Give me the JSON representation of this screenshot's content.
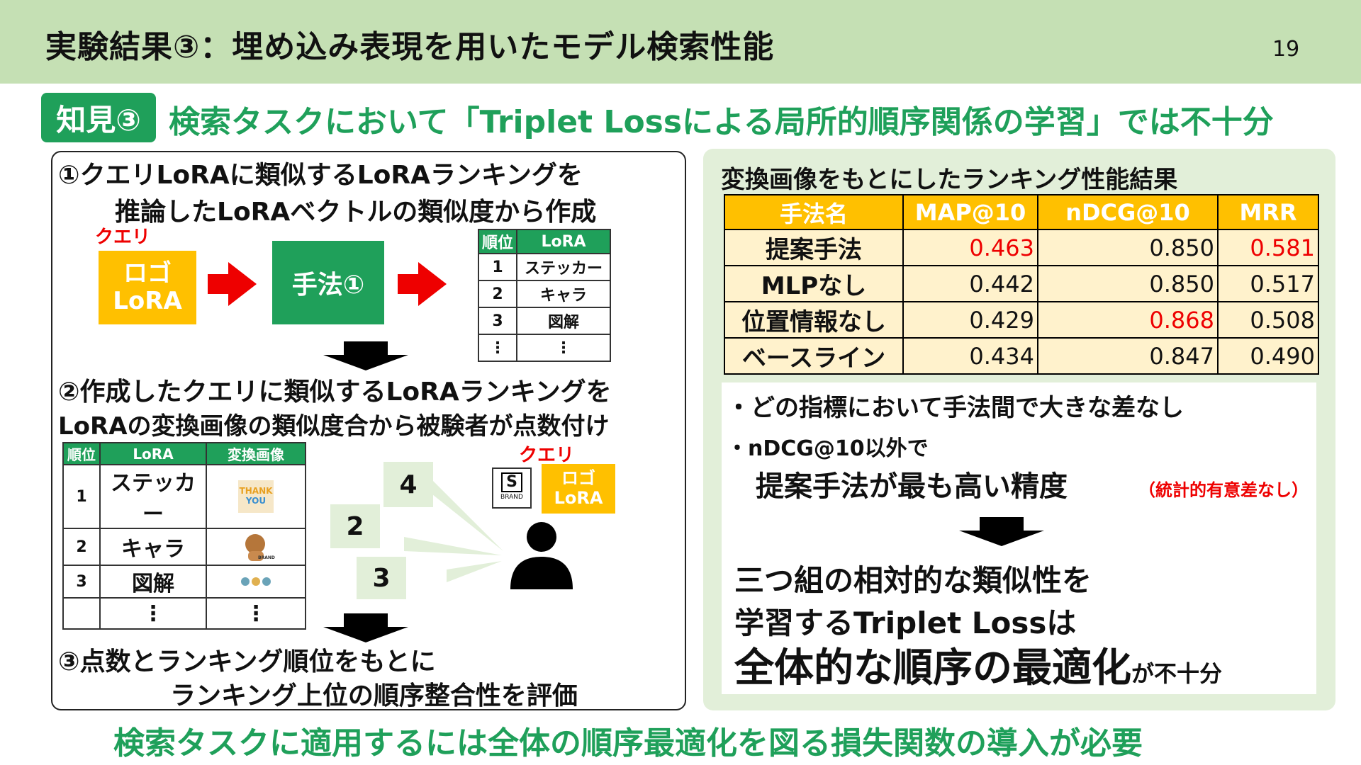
{
  "header": {
    "title": "実験結果③：埋め込み表現を用いたモデル検索性能",
    "page_number": "19"
  },
  "finding": {
    "badge": "知見③",
    "text": "検索タスクにおいて「Triplet Lossによる局所的順序関係の学習」では不十分"
  },
  "left": {
    "step1_line1": "①クエリLoRAに類似するLoRAランキングを",
    "step1_line2": "推論したLoRAベクトルの類似度から作成",
    "query_label": "クエリ",
    "logo_line1": "ロゴ",
    "logo_line2": "LoRA",
    "method_label": "手法①",
    "ranking_table": {
      "headers": [
        "順位",
        "LoRA"
      ],
      "rows": [
        [
          "1",
          "ステッカー"
        ],
        [
          "2",
          "キャラ"
        ],
        [
          "3",
          "図解"
        ],
        [
          "⋮",
          "⋮"
        ]
      ]
    },
    "step2_line1": "②作成したクエリに類似するLoRAランキングを",
    "step2_line2": "LoRAの変換画像の類似度合から被験者が点数付け",
    "eval_table": {
      "headers": [
        "順位",
        "LoRA",
        "変換画像"
      ],
      "rows": [
        [
          "1",
          "ステッカー",
          ""
        ],
        [
          "2",
          "キャラ",
          ""
        ],
        [
          "3",
          "図解",
          ""
        ],
        [
          "",
          "⋮",
          "⋮"
        ]
      ]
    },
    "thumb_text_line1": "THANK",
    "thumb_text_line2": "YOU",
    "brand_text": "BRAND",
    "scores": [
      "4",
      "2",
      "3"
    ],
    "query_label2": "クエリ",
    "brand_icon_letter": "S",
    "brand_icon_text": "BRAND",
    "logo2_line1": "ロゴ",
    "logo2_line2": "LoRA",
    "step3_line1": "③点数とランキング順位をもとに",
    "step3_line2": "ランキング上位の順序整合性を評価"
  },
  "right": {
    "title": "変換画像をもとにしたランキング性能結果",
    "table": {
      "headers": [
        "手法名",
        "MAP@10",
        "nDCG@10",
        "MRR"
      ],
      "rows": [
        [
          "提案手法",
          "0.463",
          "0.850",
          "0.581"
        ],
        [
          "MLPなし",
          "0.442",
          "0.850",
          "0.517"
        ],
        [
          "位置情報なし",
          "0.429",
          "0.868",
          "0.508"
        ],
        [
          "ベースライン",
          "0.434",
          "0.847",
          "0.490"
        ]
      ]
    },
    "bullet1": "・どの指標において手法間で大きな差なし",
    "bullet2": "・nDCG@10以外で",
    "bullet2_main": "提案手法が最も高い精度",
    "bullet2_note": "（統計的有意差なし）",
    "concl_line1": "三つ組の相対的な類似性を",
    "concl_line2": "学習するTriplet Lossは",
    "concl_big": "全体的な順序の最適化",
    "concl_small": "が不十分"
  },
  "conclusion": "検索タスクに適用するには全体の順序最適化を図る損失関数の導入が必要",
  "colors": {
    "header_bg": "#c5e0b4",
    "accent_green": "#1fa05a",
    "orange": "#ffc000",
    "highlight_red": "#e00000",
    "panel_bg": "#e2efd9"
  }
}
